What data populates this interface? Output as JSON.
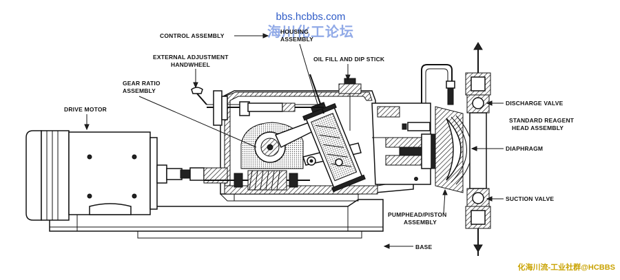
{
  "watermark": {
    "url": "bbs.hcbbs.com",
    "forum_name": "海川化工论坛"
  },
  "labels": {
    "control_assembly": "CONTROL ASSEMBLY",
    "housing_assembly_1": "HOUSING",
    "housing_assembly_2": "ASSEMBLY",
    "external_adjustment_1": "EXTERNAL ADJUSTMENT",
    "external_adjustment_2": "HANDWHEEL",
    "oil_fill": "OIL FILL AND DIP STICK",
    "gear_ratio_1": "GEAR RATIO",
    "gear_ratio_2": "ASSEMBLY",
    "drive_motor": "DRIVE MOTOR",
    "discharge_valve": "DISCHARGE VALVE",
    "reagent_head_1": "STANDARD REAGENT",
    "reagent_head_2": "HEAD ASSEMBLY",
    "diaphragm": "DIAPHRAGM",
    "suction_valve": "SUCTION VALVE",
    "pumphead_1": "PUMPHEAD/PISTON",
    "pumphead_2": "ASSEMBLY",
    "base": "BASE"
  },
  "credit": "化海川流-工业社群@HCBBS"
}
